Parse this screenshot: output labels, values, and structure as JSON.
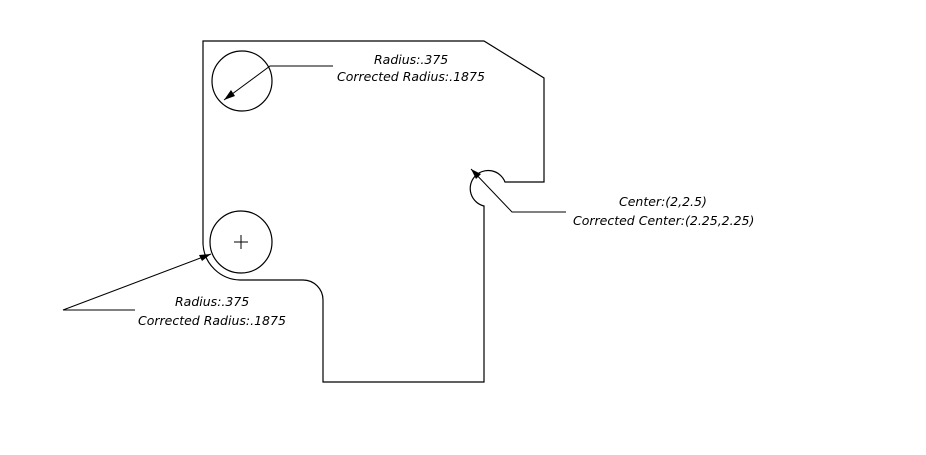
{
  "annotations": {
    "top_circle": {
      "radius": "Radius:.375",
      "corrected_radius": "Corrected Radius:.1875"
    },
    "notch": {
      "center": "Center:(2,2.5)",
      "corrected_center": "Corrected Center:(2.25,2.25)"
    },
    "left_circle": {
      "radius": "Radius:.375",
      "corrected_radius": "Corrected Radius:.1875"
    }
  },
  "colors": {
    "line": "#000000",
    "background": "#ffffff"
  }
}
